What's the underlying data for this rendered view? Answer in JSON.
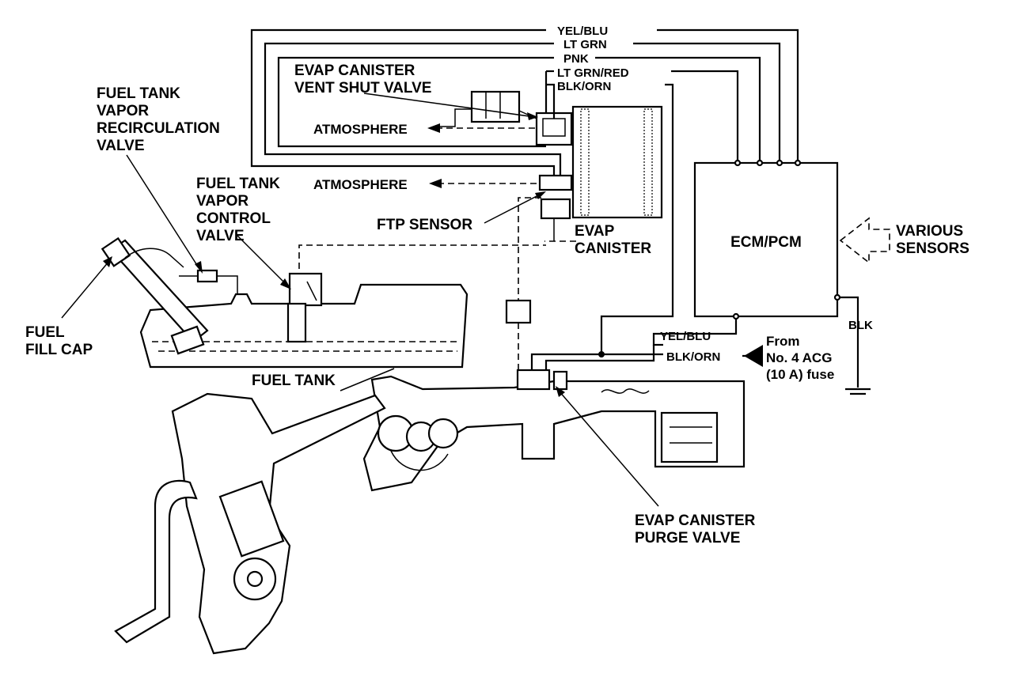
{
  "labels": {
    "vent_shut_valve": [
      "EVAP CANISTER",
      "VENT SHUT VALVE"
    ],
    "recirc_valve": [
      "FUEL TANK",
      "VAPOR",
      "RECIRCULATION",
      "VALVE"
    ],
    "atmosphere": "ATMOSPHERE",
    "control_valve": [
      "FUEL TANK",
      "VAPOR",
      "CONTROL",
      "VALVE"
    ],
    "ftp_sensor": "FTP SENSOR",
    "canister": [
      "EVAP",
      "CANISTER"
    ],
    "ecm": "ECM/PCM",
    "sensors": [
      "VARIOUS",
      "SENSORS"
    ],
    "fill_cap": [
      "FUEL",
      "FILL CAP"
    ],
    "fuel_tank": "FUEL TANK",
    "purge_valve": [
      "EVAP CANISTER",
      "PURGE VALVE"
    ],
    "fuse": [
      "From",
      "No. 4 ACG",
      "(10 A) fuse"
    ]
  },
  "wires": {
    "yel_blu": "YEL/BLU",
    "lt_grn": "LT GRN",
    "pnk": "PNK",
    "lt_grn_red": "LT GRN/RED",
    "blk_orn": "BLK/ORN",
    "blk": "BLK"
  }
}
